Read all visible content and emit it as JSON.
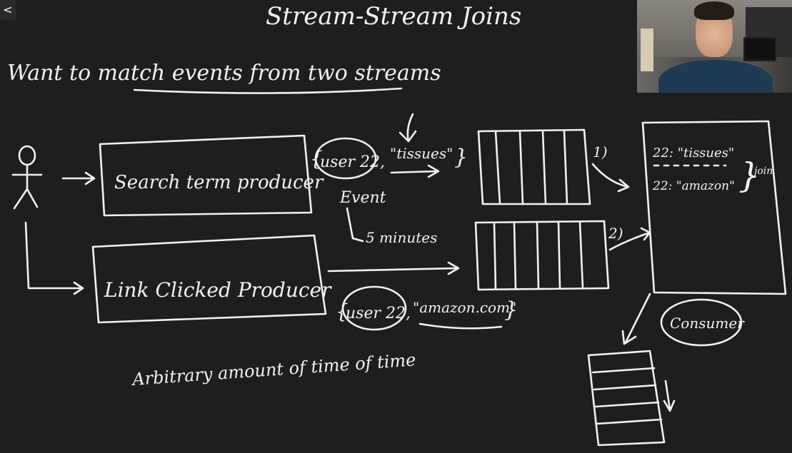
{
  "nav": {
    "back_glyph": "<"
  },
  "title": "Stream-Stream Joins",
  "subtitle": "Want to match events from two streams",
  "producers": {
    "search": "Search term producer",
    "link": "Link Clicked Producer"
  },
  "events": {
    "search_user": "user 22,",
    "search_value": "\"tissues\"",
    "link_user": "user 22,",
    "link_value": "\"amazon.com\"",
    "event_label": "Event",
    "delay_label": "5 minutes"
  },
  "annotations": {
    "arbitrary": "Arbitrary amount of time of time",
    "step1": "1)",
    "step2": "2)"
  },
  "join_box": {
    "line1": "22: \"tissues\"",
    "line2": "22: \"amazon\"",
    "join_label": "join"
  },
  "consumer": "Consumer",
  "webcam": {
    "label": "presenter-webcam"
  },
  "colors": {
    "background": "#1e1e1e",
    "ink": "#f2f2f2"
  },
  "icons": {
    "back": "chevron-left-icon",
    "user": "stick-figure-icon"
  }
}
